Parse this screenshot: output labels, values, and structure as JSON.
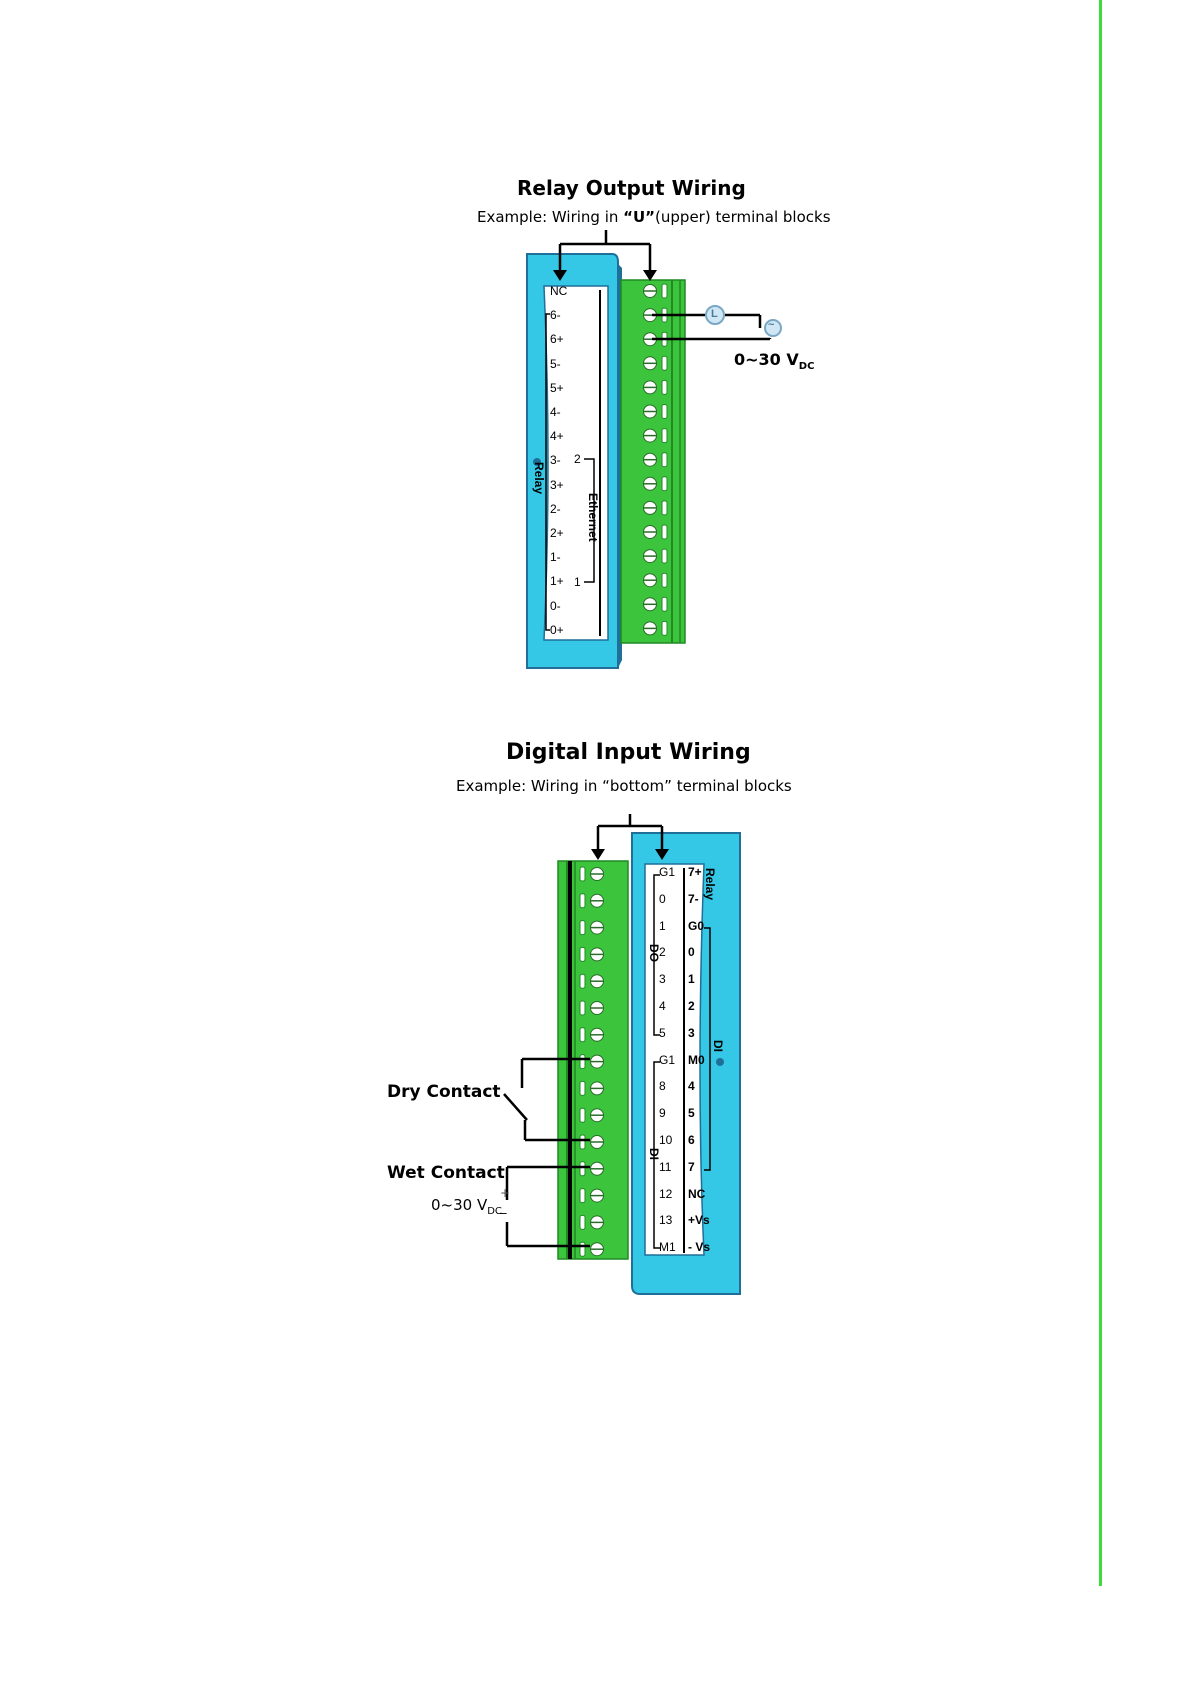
{
  "colors": {
    "module_body": "#35c8e6",
    "module_edge": "#1f6f99",
    "terminal_green": "#3cc53c",
    "terminal_dark": "#1f8a25",
    "page_rule": "#3ddc3a"
  },
  "relay": {
    "title": "Relay Output Wiring",
    "subtitle_prefix": "Example: Wiring in ",
    "subtitle_bold": "“U”",
    "subtitle_suffix": "(upper)  terminal blocks",
    "pins": [
      "NC",
      "6-",
      "6+",
      "5-",
      "5+",
      "4-",
      "4+",
      "3-",
      "3+",
      "2-",
      "2+",
      "1-",
      "1+",
      "0-",
      "0+"
    ],
    "group_label": "Relay",
    "ethernet_label": "Ethernet",
    "ethernet_top": "2",
    "ethernet_bottom": "1",
    "lamp_symbol": "L",
    "source_symbol": "~",
    "voltage_main": "0~30 V",
    "voltage_sub": "DC"
  },
  "digital": {
    "title": "Digital Input Wiring",
    "subtitle": "Example: Wiring in “bottom”  terminal blocks",
    "left_pins": [
      "G1",
      "0",
      "1",
      "2",
      "3",
      "4",
      "5",
      "G1",
      "8",
      "9",
      "10",
      "11",
      "12",
      "13",
      "M1"
    ],
    "right_pins": [
      "7+",
      "7-",
      "G0",
      "0",
      "1",
      "2",
      "3",
      "M0",
      "4",
      "5",
      "6",
      "7",
      "NC",
      "+Vs",
      "- Vs"
    ],
    "do_label": "DO",
    "di_label_left": "DI",
    "di_label_right": "DI",
    "relay_label": "Relay",
    "dry_contact": "Dry Contact",
    "wet_contact": "Wet Contact",
    "voltage_main": "0~30 V",
    "voltage_sub": "DC",
    "plus": "+",
    "minus": "_"
  }
}
